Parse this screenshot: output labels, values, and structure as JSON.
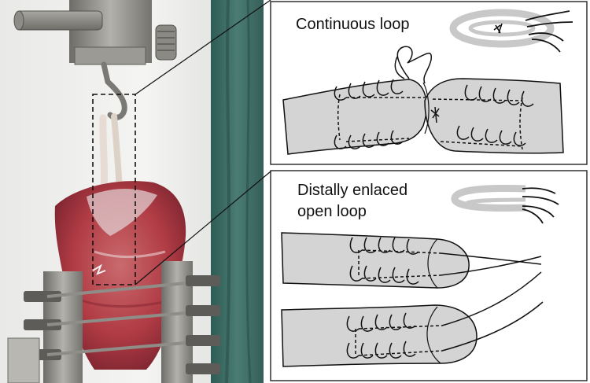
{
  "figure": {
    "photo": {
      "subject": "tendon specimen clamped in tensile testing machine with hook"
    },
    "panel_top": {
      "title": "Continuous loop",
      "icon": "continuous-loop-suture-icon"
    },
    "panel_bottom": {
      "title_line1": "Distally enlaced",
      "title_line2": "open loop",
      "icon": "open-loop-suture-icon"
    },
    "colors": {
      "tendon_fill": "#d4d4d4",
      "stroke": "#111111",
      "icon_band": "#c8c8c8",
      "tissue": "#b8424a",
      "metal": "#8d8b86",
      "background_green": "#3f6e66"
    }
  }
}
